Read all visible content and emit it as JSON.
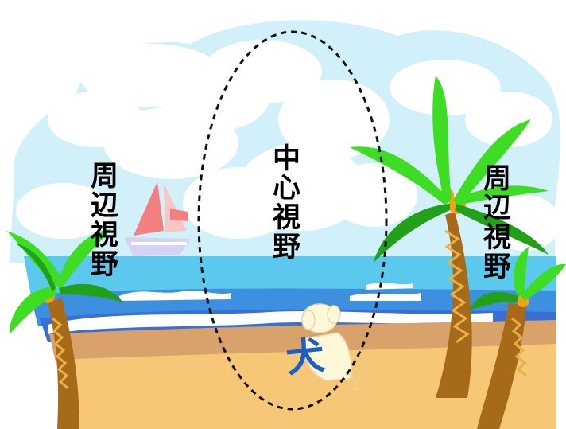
{
  "labels": {
    "peripheral_left": "周辺視野",
    "central": "中心視野",
    "peripheral_right": "周辺視野",
    "dog": "犬"
  },
  "colors": {
    "sky": "#d2f0fa",
    "cloud": "#ffffff",
    "sea_far": "#5bc8ee",
    "sea_near": "#3d8fe0",
    "sea_deep": "#3a6fd6",
    "wave": "#ffffff",
    "wet_sand": "#d8a26a",
    "sand": "#f6c776",
    "palm_leaf": "#3fdc24",
    "palm_leaf_dark": "#22a019",
    "palm_trunk": "#a66a18",
    "coconut": "#f2a313",
    "sail_main": "#f38080",
    "sail_light": "#f7c6c6",
    "hull": "#d6d2f4",
    "dog_body": "#fff8d8",
    "dog_text": "#1a5fc4",
    "ellipse_stroke": "#111111"
  },
  "icons": [
    "sailboat-icon",
    "palm-tree-icon",
    "dog-icon"
  ]
}
